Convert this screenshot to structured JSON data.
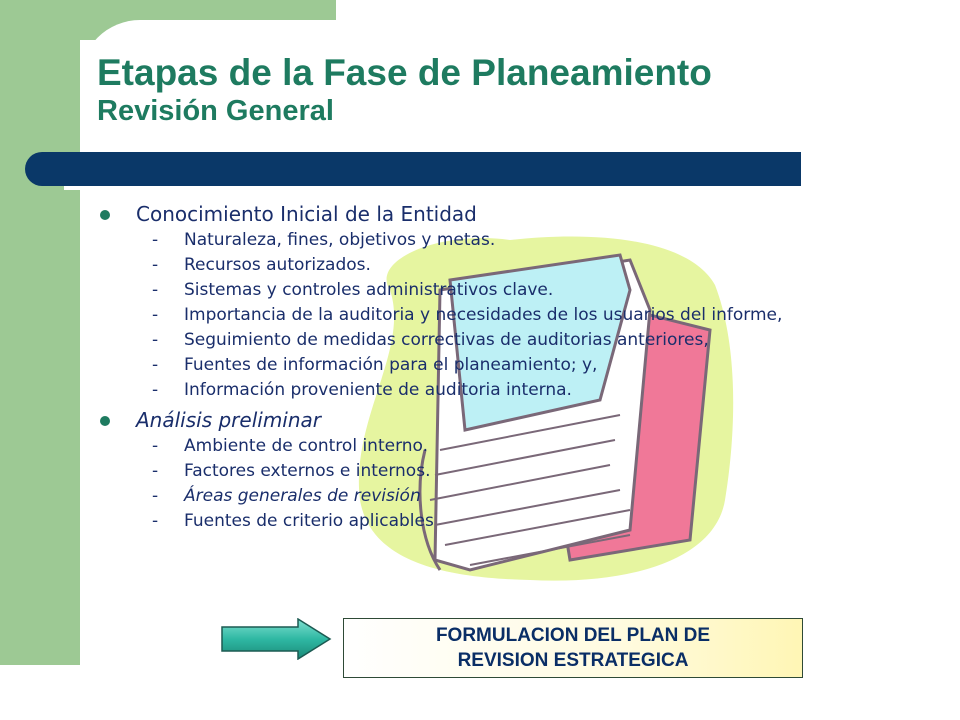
{
  "slide": {
    "title": "Etapas de la Fase de Planeamiento",
    "subtitle": "Revisión General"
  },
  "bullets": [
    {
      "label": "Conocimiento Inicial de la Entidad",
      "items": [
        "Naturaleza, fines, objetivos y metas.",
        "Recursos autorizados.",
        "Sistemas y controles administrativos clave.",
        "Importancia de la auditoria y necesidades de los usuarios del informe,",
        "Seguimiento de medidas correctivas de auditorias anteriores,",
        "Fuentes de información para el planeamiento; y,",
        "Información proveniente de auditoria interna."
      ]
    },
    {
      "label": "Análisis preliminar",
      "items": [
        "Ambiente de control interno.",
        "Factores externos e internos.",
        "Áreas generales de revisión",
        "Fuentes de criterio aplicables"
      ]
    }
  ],
  "dash_glyph": "-",
  "callout": {
    "line1": "FORMULACION DEL PLAN DE",
    "line2": "REVISION ESTRATEGICA"
  },
  "icons": {
    "arrow": "right-arrow-icon",
    "clipart": "books-clipart-icon"
  },
  "colors": {
    "sidebar_green": "#9dc994",
    "title_green": "#1e7b60",
    "bar_navy": "#0a3868",
    "text_navy": "#1a2e6b",
    "arrow_teal": "#2fb8a3",
    "callout_yellow": "#fff6b5",
    "clipart_lime": "#e6f5a0",
    "clipart_pink": "#f07898",
    "clipart_cyan": "#bdf0f5"
  }
}
